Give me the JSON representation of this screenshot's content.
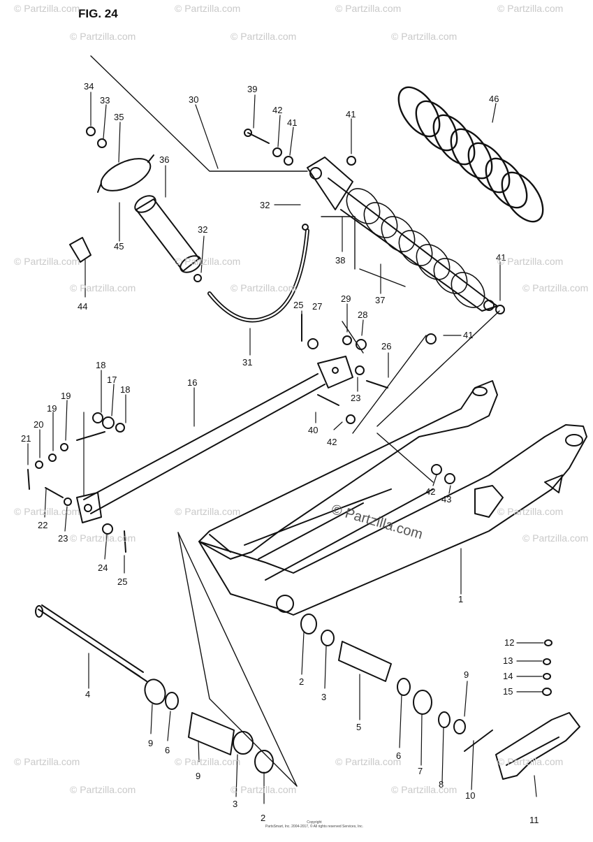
{
  "figure": {
    "title": "FIG. 24"
  },
  "watermark": {
    "text": "© Partzilla.com",
    "main": "© Partzilla.com"
  },
  "copyright": {
    "line1": "Copyright",
    "line2": "PartsSmart, Inc. 2004-2017, © All rights reserved Services, Inc."
  },
  "callouts": {
    "c1": "1",
    "c2a": "2",
    "c2b": "2",
    "c3a": "3",
    "c3b": "3",
    "c4": "4",
    "c5": "5",
    "c6a": "6",
    "c6b": "6",
    "c7": "7",
    "c8": "8",
    "c9a": "9",
    "c9b": "9",
    "c10": "10",
    "c11": "11",
    "c12": "12",
    "c13": "13",
    "c14": "14",
    "c15": "15",
    "c16": "16",
    "c17": "17",
    "c18a": "18",
    "c18b": "18",
    "c19": "19",
    "c20": "20",
    "c21": "21",
    "c22": "22",
    "c23a": "23",
    "c23b": "23",
    "c24": "24",
    "c25a": "25",
    "c25b": "25",
    "c26": "26",
    "c27": "27",
    "c28": "28",
    "c29": "29",
    "c30": "30",
    "c31": "31",
    "c32a": "32",
    "c32b": "32",
    "c33": "33",
    "c34": "34",
    "c35": "35",
    "c36": "36",
    "c37": "37",
    "c38": "38",
    "c39": "39",
    "c40": "40",
    "c41a": "41",
    "c41b": "41",
    "c41c": "41",
    "c41d": "41",
    "c42a": "42",
    "c42b": "42",
    "c42c": "42",
    "c43": "43",
    "c44": "44",
    "c45": "45",
    "c46": "46"
  }
}
